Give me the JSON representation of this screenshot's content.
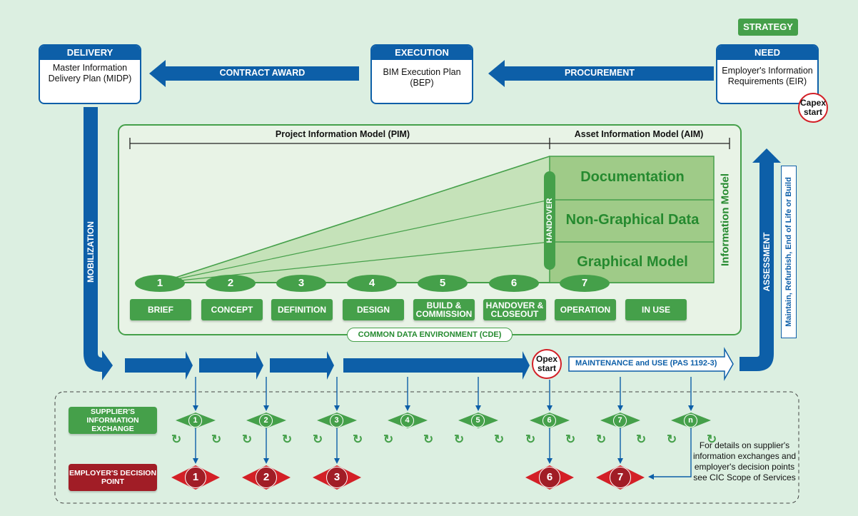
{
  "strategy": "STRATEGY",
  "delivery": {
    "title": "DELIVERY",
    "body": "Master Information Delivery Plan (MIDP)"
  },
  "execution": {
    "title": "EXECUTION",
    "body": "BIM Execution Plan (BEP)"
  },
  "need": {
    "title": "NEED",
    "body": "Employer's Information Requirements (EIR)"
  },
  "contract_award": "CONTRACT AWARD",
  "procurement": "PROCUREMENT",
  "capex": "Capex start",
  "opex": "Opex start",
  "pim": "Project Information Model (PIM)",
  "aim": "Asset Information Model (AIM)",
  "bands": [
    "Documentation",
    "Non-Graphical Data",
    "Graphical Model"
  ],
  "handover_bar": "HANDOVER",
  "info_model": "Information Model",
  "stage_numbers": [
    "1",
    "2",
    "3",
    "4",
    "5",
    "6",
    "7"
  ],
  "stages": [
    "BRIEF",
    "CONCEPT",
    "DEFINITION",
    "DESIGN",
    "BUILD & COMMISSION",
    "HANDOVER & CLOSEOUT",
    "OPERATION",
    "IN USE"
  ],
  "cde": "COMMON DATA ENVIRONMENT (CDE)",
  "mobilization": "MOBILIZATION",
  "assessment": "ASSESSMENT",
  "maintain": "Maintain, Refurbish, End of Life or Build",
  "maintenance": "MAINTENANCE and USE (PAS 1192-3)",
  "supplier_exchange": "SUPPLIER'S INFORMATION EXCHANGE",
  "employer_decision": "EMPLOYER'S DECISION POINT",
  "exchange_points": [
    "1",
    "2",
    "3",
    "4",
    "5",
    "6",
    "7",
    "n"
  ],
  "decision_points": [
    "1",
    "2",
    "3",
    "6",
    "7"
  ],
  "note": "For details on supplier's information exchanges and employer's decision points see CIC Scope of Services",
  "colors": {
    "blue": "#0d5fa8",
    "green": "#45a04a",
    "dark_green": "#258a2f",
    "red": "#d32027",
    "maroon": "#a11d26",
    "panel_bg": "#e8f3e6"
  },
  "icons": {
    "cycle": "cycle-arrows-icon",
    "arrow": "down-arrow-icon"
  }
}
